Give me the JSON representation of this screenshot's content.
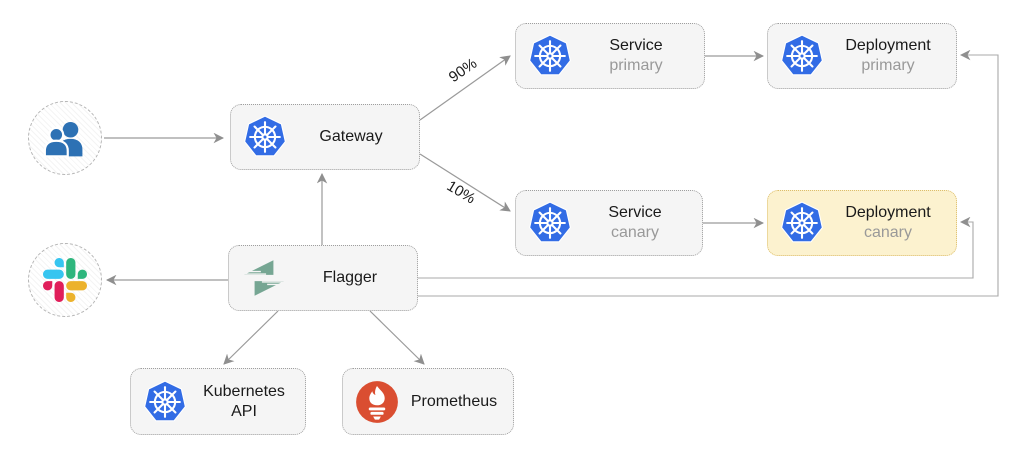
{
  "diagram": {
    "nodes": {
      "users": {
        "icon": "users-icon"
      },
      "slack": {
        "icon": "slack-icon"
      },
      "gateway": {
        "icon": "kubernetes-icon",
        "label": "Gateway"
      },
      "service_primary": {
        "icon": "kubernetes-icon",
        "label": "Service",
        "sublabel": "primary"
      },
      "deployment_primary": {
        "icon": "kubernetes-icon",
        "label": "Deployment",
        "sublabel": "primary"
      },
      "service_canary": {
        "icon": "kubernetes-icon",
        "label": "Service",
        "sublabel": "canary"
      },
      "deployment_canary": {
        "icon": "kubernetes-icon",
        "label": "Deployment",
        "sublabel": "canary"
      },
      "flagger": {
        "icon": "flagger-icon",
        "label": "Flagger"
      },
      "kubernetes_api": {
        "icon": "kubernetes-icon",
        "label_line1": "Kubernetes",
        "label_line2": "API"
      },
      "prometheus": {
        "icon": "prometheus-icon",
        "label": "Prometheus"
      }
    },
    "edge_labels": {
      "gateway_to_service_primary": "90%",
      "gateway_to_service_canary": "10%"
    },
    "colors": {
      "kubernetes_blue": "#326CE5",
      "flagger_teal": "#76A693",
      "prometheus_red": "#DA4E31",
      "users_blue": "#2D71B4",
      "slack_blue": "#36C5F0",
      "slack_green": "#2EB67D",
      "slack_red": "#E01E5A",
      "slack_yellow": "#ECB22C",
      "node_fill": "#F5F5F5",
      "node_border": "#9E9E9E",
      "canary_fill": "#FCF2CF",
      "canary_border": "#DCBD6A",
      "connector_gray": "#9A9A9A",
      "sublabel_gray": "#999999"
    }
  }
}
